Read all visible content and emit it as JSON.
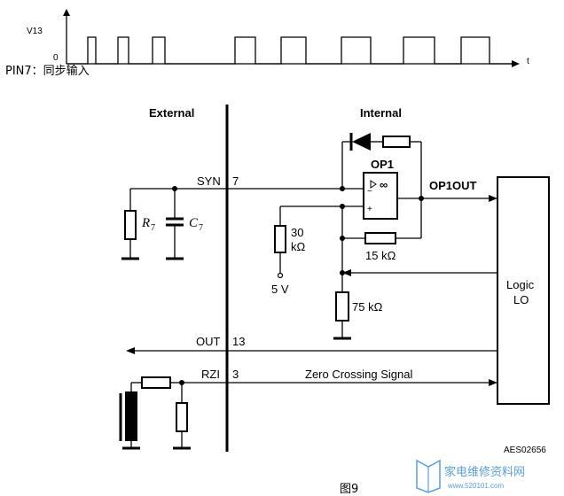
{
  "waveform": {
    "y_label": "V13",
    "zero_label": "0",
    "t_label": "t",
    "pin_label": "PIN7：同步输入"
  },
  "sections": {
    "external": "External",
    "internal": "Internal"
  },
  "pins": {
    "syn_name": "SYN",
    "syn_num": "7",
    "out_name": "OUT",
    "out_num": "13",
    "rzi_name": "RZI",
    "rzi_num": "3"
  },
  "components": {
    "r7_letter": "R",
    "r7_sub": "7",
    "c7_letter": "C",
    "c7_sub": "7",
    "opamp_name": "OP1",
    "opamp_sym": "∞",
    "plus": "+",
    "minus": "−",
    "output_name": "OP1OUT",
    "r30_value": "30",
    "r30_unit": "kΩ",
    "supply": "5 V",
    "r15": "15 kΩ",
    "r75": "75 kΩ",
    "logic_line1": "Logic",
    "logic_line2": "LO"
  },
  "signals": {
    "zero_crossing": "Zero Crossing Signal"
  },
  "footer": {
    "code": "AES02656",
    "caption": "图9"
  },
  "watermark": {
    "text": "家电维修资料网",
    "url": "www.520101.com",
    "color": "#5c9ed6"
  }
}
